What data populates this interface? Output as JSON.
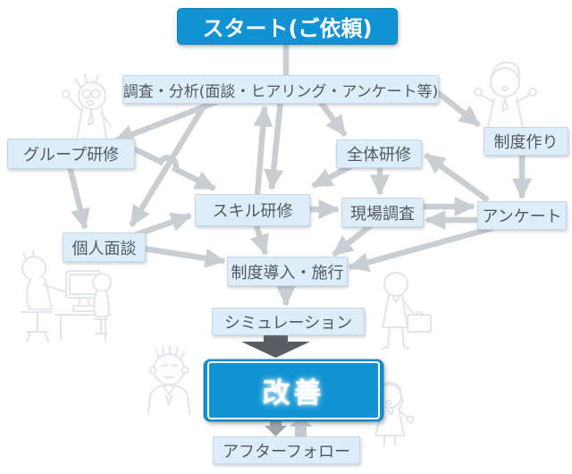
{
  "diagram": {
    "nodes": [
      {
        "id": "start",
        "label": "スタート(ご依頼)",
        "style": "primary"
      },
      {
        "id": "research",
        "label": "調査・分析(面談・ヒアリング・アンケート等)",
        "style": "light"
      },
      {
        "id": "group-training",
        "label": "グループ研修",
        "style": "light"
      },
      {
        "id": "overall-training",
        "label": "全体研修",
        "style": "light"
      },
      {
        "id": "system-design",
        "label": "制度作り",
        "style": "light"
      },
      {
        "id": "skill-training",
        "label": "スキル研修",
        "style": "light"
      },
      {
        "id": "field-survey",
        "label": "現場調査",
        "style": "light"
      },
      {
        "id": "questionnaire",
        "label": "アンケート",
        "style": "light"
      },
      {
        "id": "individual-interview",
        "label": "個人面談",
        "style": "light"
      },
      {
        "id": "system-implementation",
        "label": "制度導入・施行",
        "style": "light"
      },
      {
        "id": "simulation",
        "label": "シミュレーション",
        "style": "light"
      },
      {
        "id": "improvement",
        "label": "改善",
        "style": "primary"
      },
      {
        "id": "after-follow",
        "label": "アフターフォロー",
        "style": "light"
      }
    ],
    "edges": [
      {
        "from": "start",
        "to": "research",
        "head": false
      },
      {
        "from": "research",
        "to": "group-training"
      },
      {
        "from": "research",
        "to": "individual-interview"
      },
      {
        "from": "research",
        "to": "skill-training",
        "bidirectional": true
      },
      {
        "from": "research",
        "to": "overall-training"
      },
      {
        "from": "research",
        "to": "system-design"
      },
      {
        "from": "group-training",
        "to": "individual-interview"
      },
      {
        "from": "group-training",
        "to": "skill-training",
        "note": "line hops over research→interview line"
      },
      {
        "from": "individual-interview",
        "to": "skill-training"
      },
      {
        "from": "individual-interview",
        "to": "system-implementation"
      },
      {
        "from": "overall-training",
        "to": "skill-training"
      },
      {
        "from": "overall-training",
        "to": "field-survey"
      },
      {
        "from": "system-design",
        "to": "questionnaire"
      },
      {
        "from": "questionnaire",
        "to": "overall-training"
      },
      {
        "from": "skill-training",
        "to": "field-survey"
      },
      {
        "from": "field-survey",
        "to": "questionnaire",
        "bidirectional": true
      },
      {
        "from": "skill-training",
        "to": "system-implementation"
      },
      {
        "from": "field-survey",
        "to": "system-implementation"
      },
      {
        "from": "questionnaire",
        "to": "system-implementation"
      },
      {
        "from": "system-implementation",
        "to": "simulation"
      },
      {
        "from": "simulation",
        "to": "improvement",
        "style": "big-dark-block-arrow"
      },
      {
        "from": "improvement",
        "to": "after-follow",
        "bidirectional": true,
        "style": "block-arrows"
      }
    ],
    "colors": {
      "primary_blue": "#1092d3",
      "node_fill": "#ddeefa",
      "node_border": "#c7d6e3",
      "node_text": "#54585d",
      "arrow_gray": "#c9ced3",
      "big_arrow_dark": "#585d63",
      "down_block_arrow": "#a0a5aa",
      "up_block_arrow": "#c7cbd0"
    },
    "background_characters": [
      {
        "name": "professor-pointing",
        "position": "top-left"
      },
      {
        "name": "woman-shrugging",
        "position": "top-right"
      },
      {
        "name": "people-at-computer",
        "position": "bottom-left"
      },
      {
        "name": "elderly-man",
        "position": "bottom-center-left"
      },
      {
        "name": "businessman-with-briefcase",
        "position": "center-right"
      },
      {
        "name": "woman-waving",
        "position": "bottom-right"
      }
    ]
  }
}
